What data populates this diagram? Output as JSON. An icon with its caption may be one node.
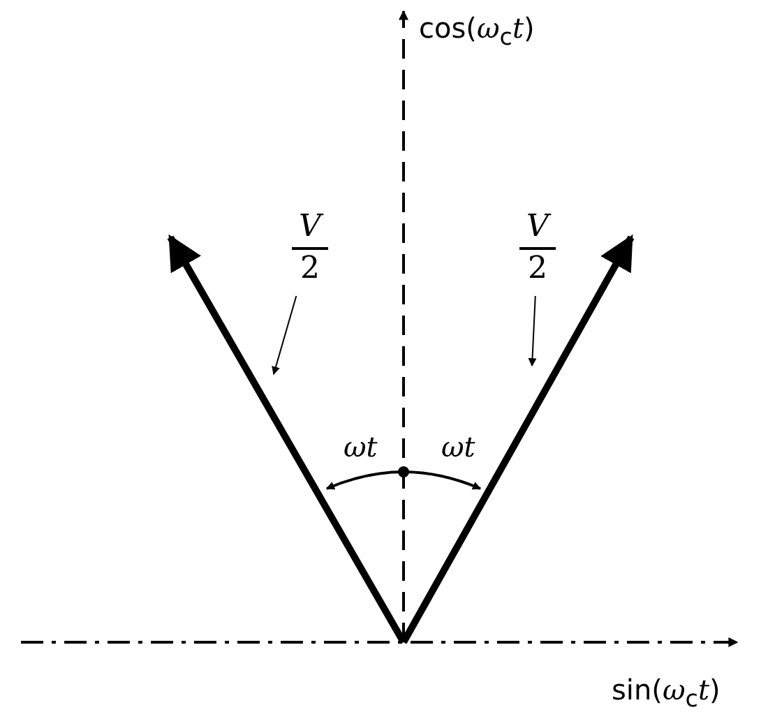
{
  "diagram": {
    "nodes": [
      {
        "text": [
          "V",
          "2"
        ]
      },
      {
        "text": [
          "V",
          "2"
        ]
      }
    ],
    "edges": [
      {
        "from": 0,
        "to": null,
        "arrow": "to"
      },
      {
        "from": 1,
        "to": null,
        "arrow": "to"
      }
    ],
    "labels": [
      "cos(*ω*$_{c}$*t*)",
      "*ωt*",
      "*ωt*",
      "sin(*ω*$_{c}$*t*)"
    ]
  }
}
